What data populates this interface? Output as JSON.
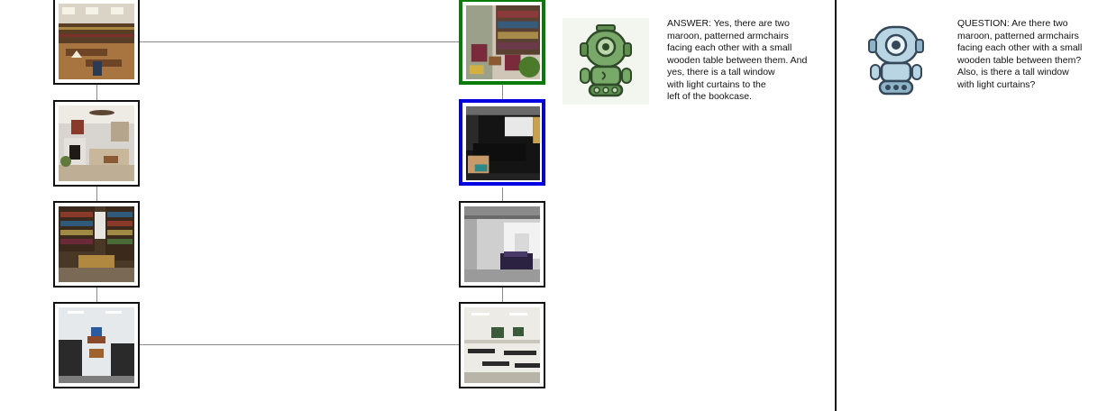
{
  "left_column": {
    "images": [
      {
        "icon": "library-reading-room-photo"
      },
      {
        "icon": "living-room-fireplace-photo"
      },
      {
        "icon": "bookshelf-study-photo"
      },
      {
        "icon": "lounge-leather-sofas-photo"
      }
    ]
  },
  "right_column": {
    "images": [
      {
        "icon": "armchairs-bookcase-photo",
        "highlight": "#0a7a0a"
      },
      {
        "icon": "home-theater-room-photo",
        "highlight": "#0000e0"
      },
      {
        "icon": "carport-garage-photo"
      },
      {
        "icon": "classroom-tables-photo"
      }
    ]
  },
  "answer_panel": {
    "avatar": "green-robot-icon",
    "text": "ANSWER: Yes, there are two\nmaroon, patterned armchairs\nfacing each other with a small\nwooden table between them. And\nyes, there is a tall window\nwith light curtains to the\nleft of the bookcase."
  },
  "question_panel": {
    "avatar": "blue-robot-icon",
    "text": "QUESTION: Are there two\nmaroon, patterned armchairs\nfacing each other with a small\nwooden table between them?\nAlso, is there a tall window\nwith light curtains?"
  },
  "colors": {
    "target_border": "#0a7a0a",
    "selected_border": "#0000e0",
    "connector": "#8a8a8a"
  }
}
